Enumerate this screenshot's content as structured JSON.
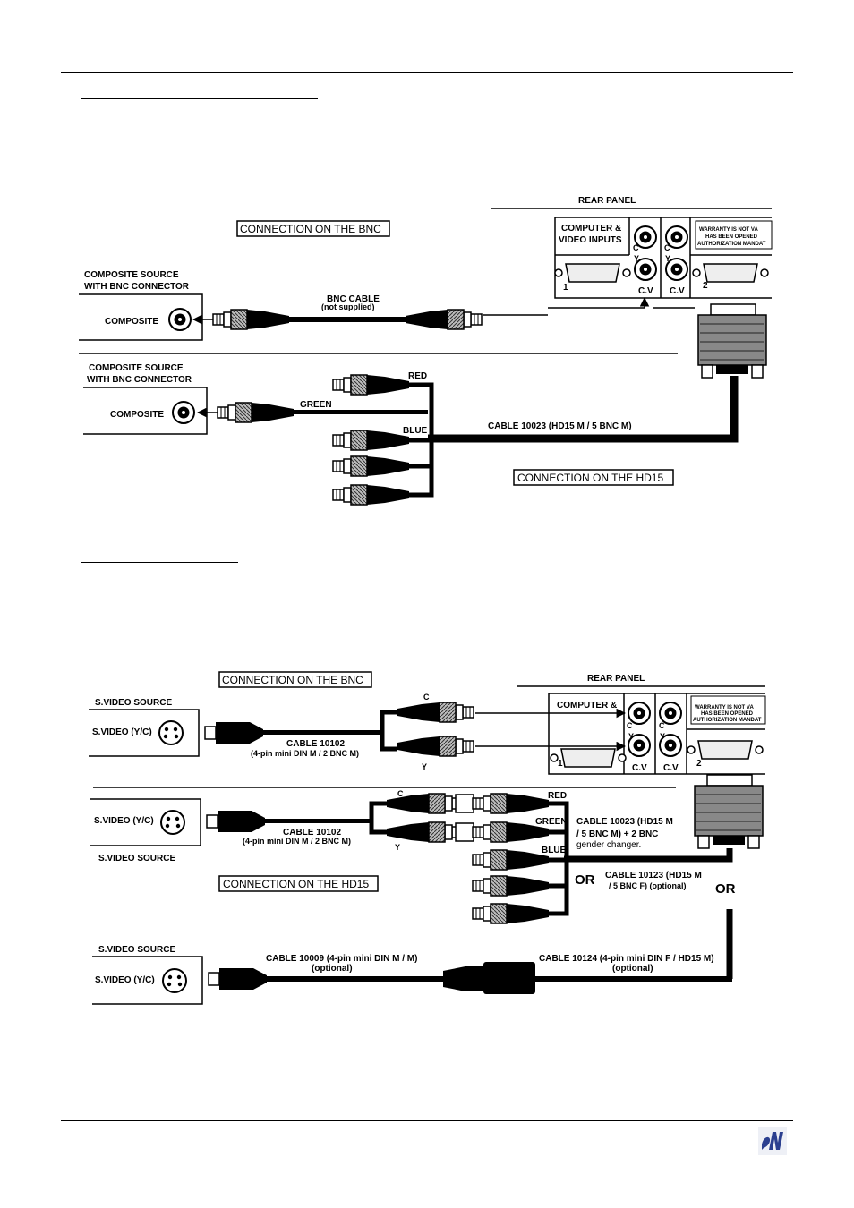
{
  "header": {},
  "top_diagram": {
    "rear_panel_label": "REAR PANEL",
    "title_bnc": "CONNECTION ON THE BNC",
    "title_hd15": "CONNECTION ON THE HD15",
    "panel_inputs_label_line1": "COMPUTER &",
    "panel_inputs_label_line2": "VIDEO INPUTS",
    "panel_warranty_line1": "WARRANTY IS NOT VA",
    "panel_warranty_line2": "HAS BEEN OPENED",
    "panel_warranty_line3": "AUTHORIZATION MANDAT",
    "port_c": "C",
    "port_y": "Y",
    "port_cv": "C.V",
    "port_1": "1",
    "port_2": "2",
    "source1_line1": "COMPOSITE SOURCE",
    "source1_line2": "WITH BNC CONNECTOR",
    "source1_connector": "COMPOSITE",
    "bnc_cable_label": "BNC CABLE",
    "bnc_cable_note": "(not supplied)",
    "source2_line1": "COMPOSITE SOURCE",
    "source2_line2": "WITH BNC CONNECTOR",
    "source2_connector": "COMPOSITE",
    "wire_red": "RED",
    "wire_green": "GREEN",
    "wire_blue": "BLUE",
    "cable_hd15": "CABLE 10023  (HD15 M  /  5 BNC M)"
  },
  "bottom_diagram": {
    "rear_panel_label": "REAR PANEL",
    "title_bnc": "CONNECTION ON THE BNC",
    "title_hd15": "CONNECTION ON THE HD15",
    "panel_inputs_label_line1": "COMPUTER &",
    "panel_warranty_line1": "WARRANTY IS NOT VA",
    "panel_warranty_line2": "HAS BEEN OPENED",
    "panel_warranty_line3": "AUTHORIZATION MANDAT",
    "port_c": "C",
    "port_y": "Y",
    "port_cv": "C.V",
    "port_1": "1",
    "port_2": "2",
    "svideo_source_a": "S.VIDEO SOURCE",
    "svideo_conn_a": "S.VIDEO (Y/C)",
    "cable_10102_a_line1": "CABLE 10102",
    "cable_10102_a_line2": "(4-pin mini DIN M / 2 BNC M)",
    "split_c": "C",
    "split_y": "Y",
    "svideo_conn_b": "S.VIDEO (Y/C)",
    "svideo_source_b": "S.VIDEO SOURCE",
    "cable_10102_b_line1": "CABLE 10102",
    "cable_10102_b_line2": "(4-pin mini DIN M / 2 BNC  M)",
    "wire_red": "RED",
    "wire_green": "GREEN",
    "wire_blue": "BLUE",
    "cable_10023_line1": "CABLE 10023  (HD15 M",
    "cable_10023_line2": "/ 5 BNC M) + 2 BNC",
    "cable_10023_line3": "gender changer.",
    "or_1": "OR",
    "or_2": "OR",
    "cable_10123_line1": "CABLE 10123 (HD15 M",
    "cable_10123_line2": "/ 5 BNC F)   (optional)",
    "svideo_source_c": "S.VIDEO SOURCE",
    "svideo_conn_c": "S.VIDEO (Y/C)",
    "cable_10009_line1": "CABLE 10009 (4-pin mini DIN M / M)",
    "cable_10009_line2": "(optional)",
    "cable_10124_line1": "CABLE 10124 (4-pin mini DIN F / HD15 M)",
    "cable_10124_line2": "(optional)"
  },
  "footer": {},
  "colors": {
    "ink": "#000000",
    "connector_gray": "#8a8a8a",
    "logo_blue": "#2b3f8f"
  }
}
